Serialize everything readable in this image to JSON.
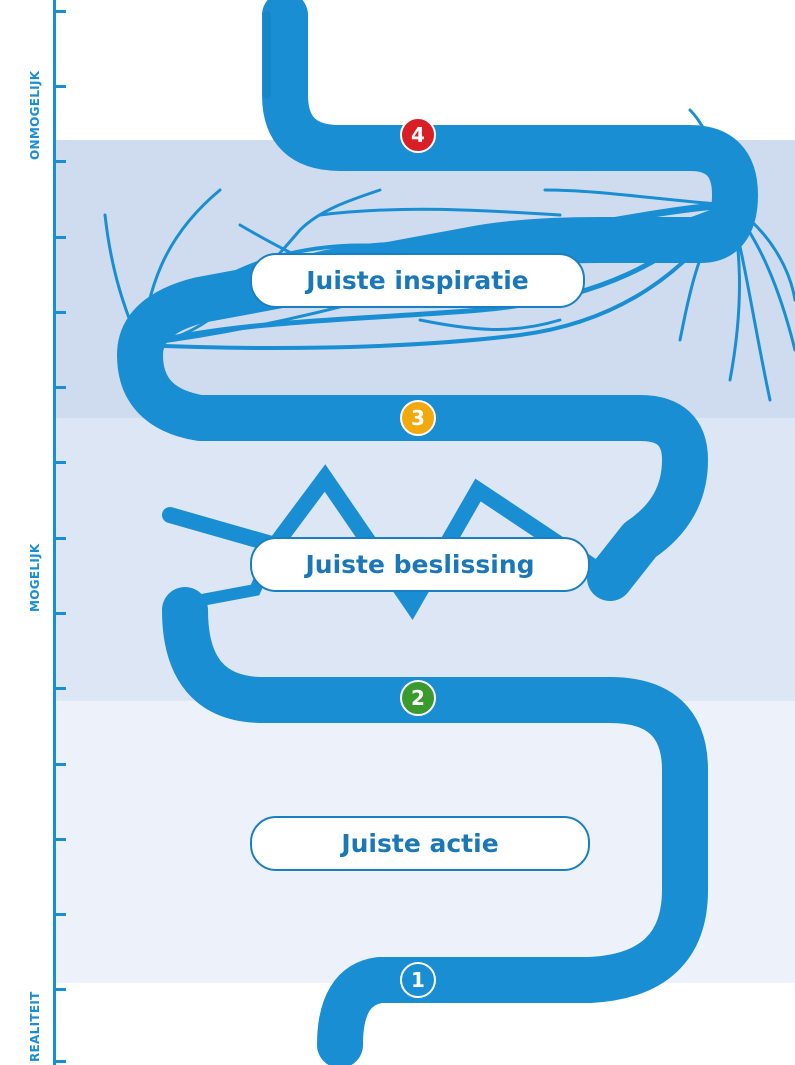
{
  "axis": {
    "labels": [
      "ONMOGELIJK",
      "MOGELIJK",
      "REALITEIT"
    ]
  },
  "pills": {
    "inspiratie": "Juiste inspiratie",
    "beslissing": "Juiste beslissing",
    "actie": "Juiste actie"
  },
  "badges": [
    {
      "number": "1",
      "color": "transparent"
    },
    {
      "number": "2",
      "color": "#3a9a2e"
    },
    {
      "number": "3",
      "color": "#f2a90f"
    },
    {
      "number": "4",
      "color": "#d81f26"
    }
  ],
  "colors": {
    "tube": "#1a8ed3",
    "tube_dark": "#1676b4",
    "band_top": "#cfdcf0",
    "band_mid": "#dde6f4",
    "band_low": "#edf1fa"
  }
}
